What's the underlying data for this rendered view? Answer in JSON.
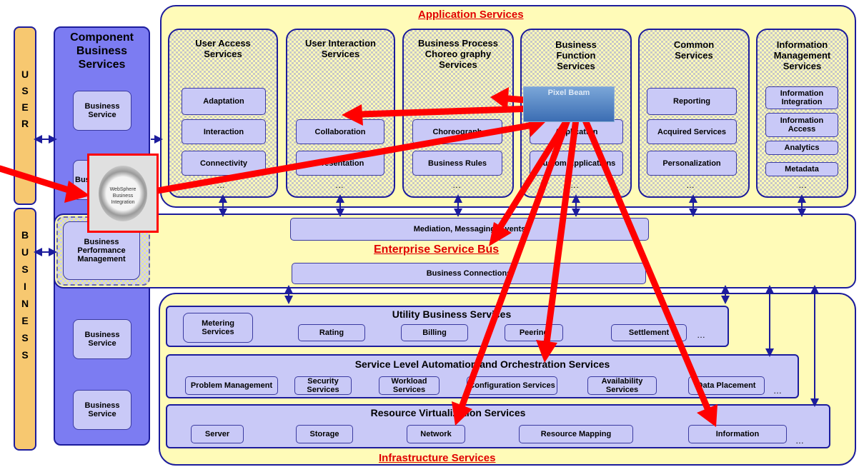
{
  "user_bar": {
    "letters": [
      "U",
      "S",
      "E",
      "R"
    ]
  },
  "business_bar": {
    "letters": [
      "B",
      "U",
      "S",
      "I",
      "N",
      "E",
      "S",
      "S"
    ]
  },
  "component": {
    "title": "Component Business Services",
    "items": [
      "Business Service",
      "Bus Se",
      "Business Service",
      "Business Service"
    ],
    "bpm": "Business Performance Management"
  },
  "app": {
    "title": "Application Services",
    "columns": [
      {
        "title": "User Access Services",
        "items": [
          "Adaptation",
          "Interaction",
          "Connectivity"
        ],
        "more": "…"
      },
      {
        "title": "User Interaction Services",
        "items": [
          "Collaboration",
          "Presentation"
        ],
        "more": "…"
      },
      {
        "title": "Business Process Choreo graphy Services",
        "items": [
          "Choreograph",
          "Business Rules"
        ],
        "more": "…"
      },
      {
        "title": "Business Function Services",
        "items": [
          "Application",
          "Custom Applications"
        ],
        "more": "…"
      },
      {
        "title": "Common Services",
        "items": [
          "Reporting",
          "Acquired Services",
          "Personalization"
        ],
        "more": "…"
      },
      {
        "title": "Information Management Services",
        "items": [
          "Information Integration",
          "Information Access",
          "Analytics",
          "Metadata"
        ],
        "more": "…"
      }
    ]
  },
  "esb": {
    "title": "Enterprise Service Bus",
    "top": "Mediation, Messaging, Events",
    "bottom": "Business Connections"
  },
  "infra": {
    "title": "Infrastructure Services",
    "utility": {
      "title": "Utility Business Services",
      "items": [
        "Metering Services",
        "Rating",
        "Billing",
        "Peering",
        "Settlement"
      ],
      "more": "…"
    },
    "sla": {
      "title": "Service Level Automation and Orchestration Services",
      "items": [
        "Problem Management",
        "Security Services",
        "Workload Services",
        "Configuration Services",
        "Availability Services",
        "Data Placement"
      ],
      "more": "…"
    },
    "rv": {
      "title": "Resource Virtualization Services",
      "items": [
        "Server",
        "Storage",
        "Network",
        "Resource Mapping",
        "Information"
      ],
      "more": "…"
    }
  },
  "overlays": {
    "websphere": "WebSphere Business Integration",
    "logo": "Pixel Beam"
  },
  "colors": {
    "red_arrow": "#ff0000",
    "border_blue": "#1c1c9c",
    "box_fill": "#c9c9f7",
    "yellow": "#fffbb8",
    "orange": "#f7c870"
  }
}
